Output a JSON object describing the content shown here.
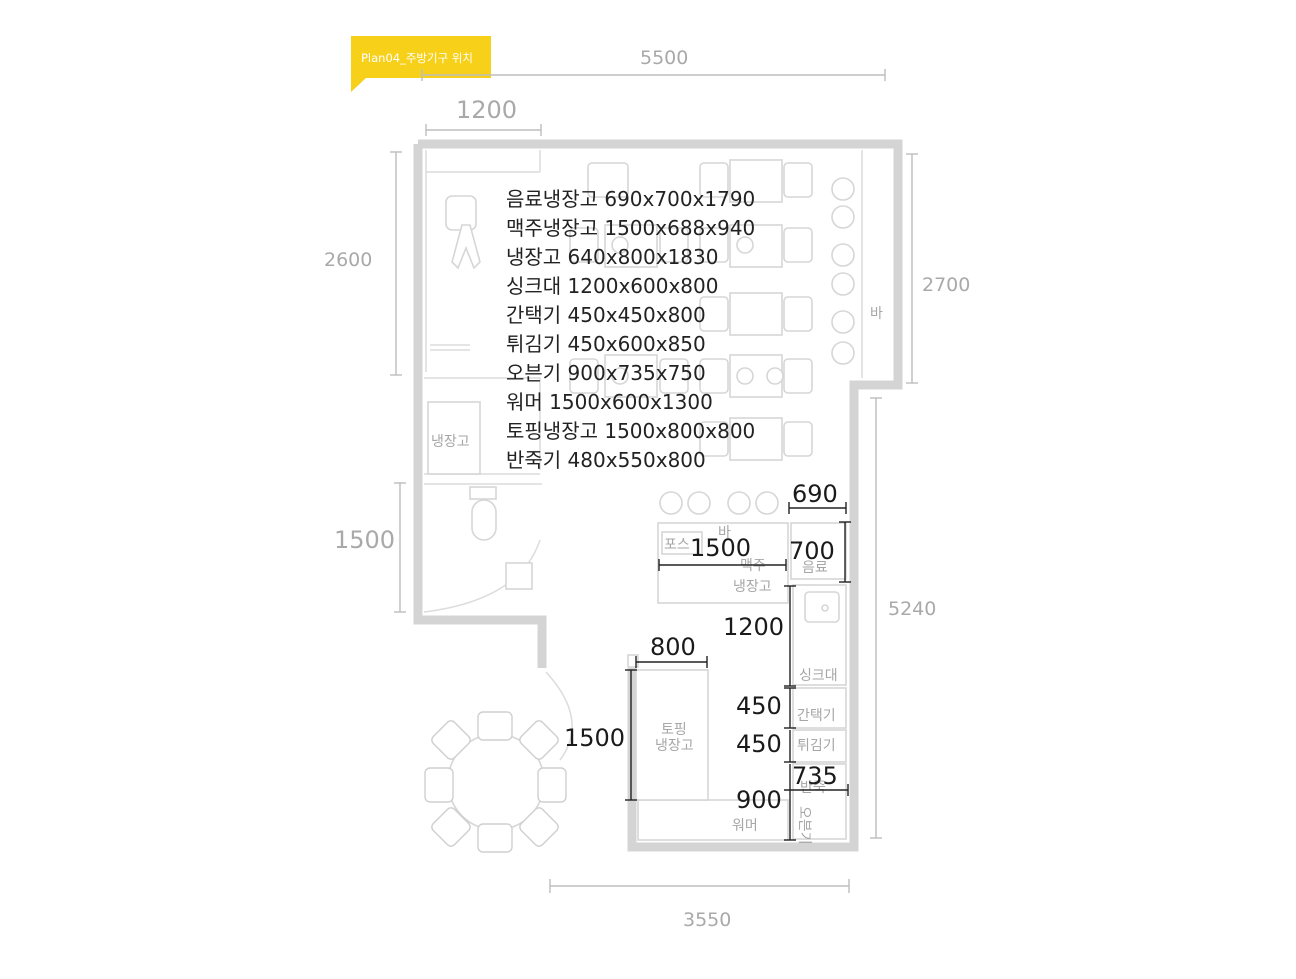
{
  "tag": {
    "label": "Plan04_주방기구 위치",
    "color": "#f7d01a"
  },
  "dimensions": {
    "top_overall": "5500",
    "top_small": "1200",
    "left_upper": "2600",
    "left_lower": "1500",
    "right_upper": "2700",
    "right_lower": "5240",
    "bottom": "3550"
  },
  "equipment_dimensions": {
    "fridge_width": "690",
    "beer_fridge_width": "1500",
    "fridge_depth": "700",
    "sink": "1200",
    "topping_width": "800",
    "topping_length": "1500",
    "gantaek": "450",
    "fryer": "450",
    "oven_depth": "735",
    "oven_width": "900"
  },
  "room_labels": {
    "bar": "바",
    "fridge_room": "냉장고",
    "pos": "포스",
    "bar_small": "바",
    "beer_line1": "맥주",
    "beer_line2": "냉장고",
    "drink_fridge": "음료",
    "sink": "싱크대",
    "gantaek": "간택기",
    "fryer": "튀김기",
    "oven_line1": "반죽",
    "oven_line2": "오븐기",
    "warmer": "워머",
    "topping_line1": "토핑",
    "topping_line2": "냉장고"
  },
  "specs": [
    "음료냉장고 690x700x1790",
    "맥주냉장고 1500x688x940",
    "냉장고 640x800x1830",
    "싱크대 1200x600x800",
    "간택기 450x450x800",
    "튀김기 450x600x850",
    "오븐기 900x735x750",
    "워머 1500x600x1300",
    "토핑냉장고 1500x800x800",
    "반죽기 480x550x800"
  ]
}
